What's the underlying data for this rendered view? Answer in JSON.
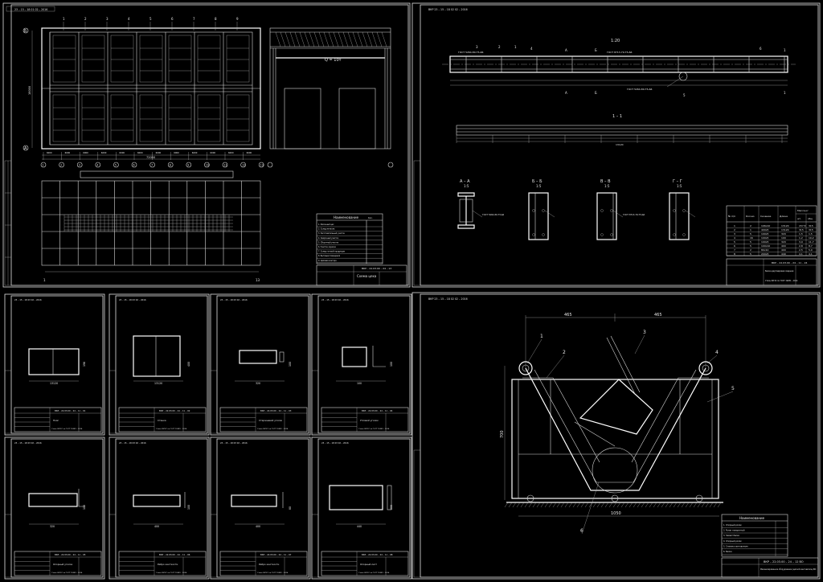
{
  "sheet1": {
    "header_stamp": "23 – 15 – 18 01 02 – 2016",
    "crane_label": "Q = 10т",
    "overall_dim": "72000",
    "axis_top": "Б",
    "axis_bottom": "А",
    "side_dim": "18000",
    "spans": [
      "6000",
      "6000",
      "6000",
      "6000",
      "6000",
      "6000",
      "6000",
      "6000",
      "6000",
      "6000",
      "6000",
      "6000"
    ],
    "column_numbers": [
      "1",
      "2",
      "3",
      "4",
      "5",
      "6",
      "7",
      "8",
      "9",
      "10",
      "11",
      "12",
      "13"
    ],
    "callouts": [
      "1",
      "2",
      "3",
      "4",
      "5",
      "6",
      "7",
      "8",
      "9"
    ],
    "plan_axis_left": "1",
    "plan_axis_right": "13",
    "legend_title": "Наименование",
    "legend_col2": "Кол.",
    "legend_rows": [
      "1. Фасонный цех",
      "2. Склад металла",
      "3. Заготовительный участок",
      "4. Сварочный участок",
      "5. Сборочный участок",
      "6. Участок окраски",
      "7. Склад готовой продукции",
      "8. Бытовые помещения",
      "9. Цеховая контора"
    ],
    "stamp_code": "ВКР – 22.03.00 – 24 – 13",
    "stamp_title": "Схема цеха"
  },
  "sheet2": {
    "header_stamp": "ВКР 23 – 15 – 18 02 02 – 2016",
    "scale": "1:20",
    "gost_labels": [
      "ГОСТ 5264-80-Т3-∆6",
      "ГОСТ 8713-79-Т3-∆6",
      "ГОСТ 5264-80-Т3-∆6"
    ],
    "callouts": [
      "1",
      "2",
      "3",
      "4",
      "5",
      "6"
    ],
    "section_title": "1 – 1",
    "overall_len": "13120",
    "sections": [
      {
        "title": "А – А",
        "scale": "1:5"
      },
      {
        "title": "Б – Б",
        "scale": "1:5"
      },
      {
        "title": "В – В",
        "scale": "1:5"
      },
      {
        "title": "Г – Г",
        "scale": "1:5"
      }
    ],
    "table_headers": [
      "№ п/п",
      "Кол-во",
      "Сечение",
      "Длина",
      "Масса,кг"
    ],
    "mass_sub": [
      "шт.",
      "общ."
    ],
    "table_rows": [
      [
        "1",
        "2",
        "196х10",
        "13120",
        "157,5",
        "315"
      ],
      [
        "2",
        "1",
        "400х5",
        "13120",
        "315",
        "315"
      ],
      [
        "3",
        "5",
        "100х5",
        "320",
        "1,5",
        "1,5"
      ],
      [
        "4",
        "16",
        "100х5",
        "100",
        "1,2",
        "19,2"
      ],
      [
        "5",
        "5",
        "100х5",
        "320",
        "3,9",
        "11,7"
      ],
      [
        "6",
        "5",
        "100х10",
        "400",
        "2,8",
        "8,7"
      ],
      [
        "7",
        "2",
        "80х10",
        "400",
        "2,5",
        "5,0"
      ],
      [
        "8",
        "5",
        "200х5",
        "440",
        "4,1",
        "4,1"
      ]
    ],
    "stamp_code": "ВКР – 22.03.00 – 24 – 11 – 24",
    "stamp_title": "Балка двутавровая сварная",
    "stamp_material": "Сталь 09Г2С по ГОСТ 19281 – 2014"
  },
  "details": [
    {
      "stamp": "ВКР – 22.03.00 – 24 – 11 – 01",
      "name": "Пояс",
      "dim1": "13120",
      "dim2": "196",
      "mat": "Сталь 09Г2С по ГОСТ 19281 – 2014"
    },
    {
      "stamp": "ВКР – 22.03.00 – 24 – 11 – 02",
      "name": "Стенка",
      "dim1": "13120",
      "dim2": "400",
      "mat": "Сталь 09Г2С по ГОСТ 19281 – 2014"
    },
    {
      "stamp": "ВКР – 22.03.00 – 24 – 11 – 03",
      "name": "Стержневой уголок",
      "dim1": "320",
      "dim2": "100",
      "mat": "Сталь 09Г2С по ГОСТ 19281 – 2014"
    },
    {
      "stamp": "ВКР – 22.03.00 – 24 – 11 – 04",
      "name": "Угловой уголок",
      "dim1": "100",
      "dim2": "100",
      "mat": "Сталь 09Г2С по ГОСТ 19281 – 2014"
    },
    {
      "stamp": "ВКР – 22.03.00 – 24 – 11 – 05",
      "name": "Опорный уголок",
      "dim1": "320",
      "dim2": "100",
      "mat": "Сталь 09Г2С по ГОСТ 19281 – 2014"
    },
    {
      "stamp": "ВКР – 22.03.00 – 24 – 11 – 06",
      "name": "Ребро жесткости",
      "dim1": "400",
      "dim2": "100",
      "mat": "Сталь 09Г2С по ГОСТ 19281 – 2014"
    },
    {
      "stamp": "ВКР – 22.03.00 – 24 – 11 – 07",
      "name": "Ребро жесткости",
      "dim1": "400",
      "dim2": "80",
      "mat": "Сталь 09Г2С по ГОСТ 19281 – 2014"
    },
    {
      "stamp": "ВКР – 22.03.00 – 24 – 11 – 08",
      "name": "Опорный лист",
      "dim1": "440",
      "dim2": "200",
      "mat": "Сталь 09Г2С по ГОСТ 19281 – 2014"
    }
  ],
  "detail_header": "23 – 15 – 18 03 02 – 2016",
  "sheet4": {
    "header_stamp": "ВКР 23 – 15 – 18 02 02 – 2016",
    "dim_left": "465",
    "dim_right": "465",
    "height": "700",
    "base": "1050",
    "callouts": [
      "1",
      "2",
      "3",
      "4",
      "5",
      "6"
    ],
    "legend_title": "Наименование",
    "legend_rows": [
      "1. Опорный ролик",
      "2. Рычаг поворотный",
      "3. Захват балки",
      "4. Опорный ролик",
      "5. Станина кантователя",
      "6. Балка"
    ],
    "stamp_code": "ВКР – 22.03.00 – 24 – 12 ВО",
    "stamp_title": "Механизированное оборудование (цепной кантователь) ВО"
  }
}
